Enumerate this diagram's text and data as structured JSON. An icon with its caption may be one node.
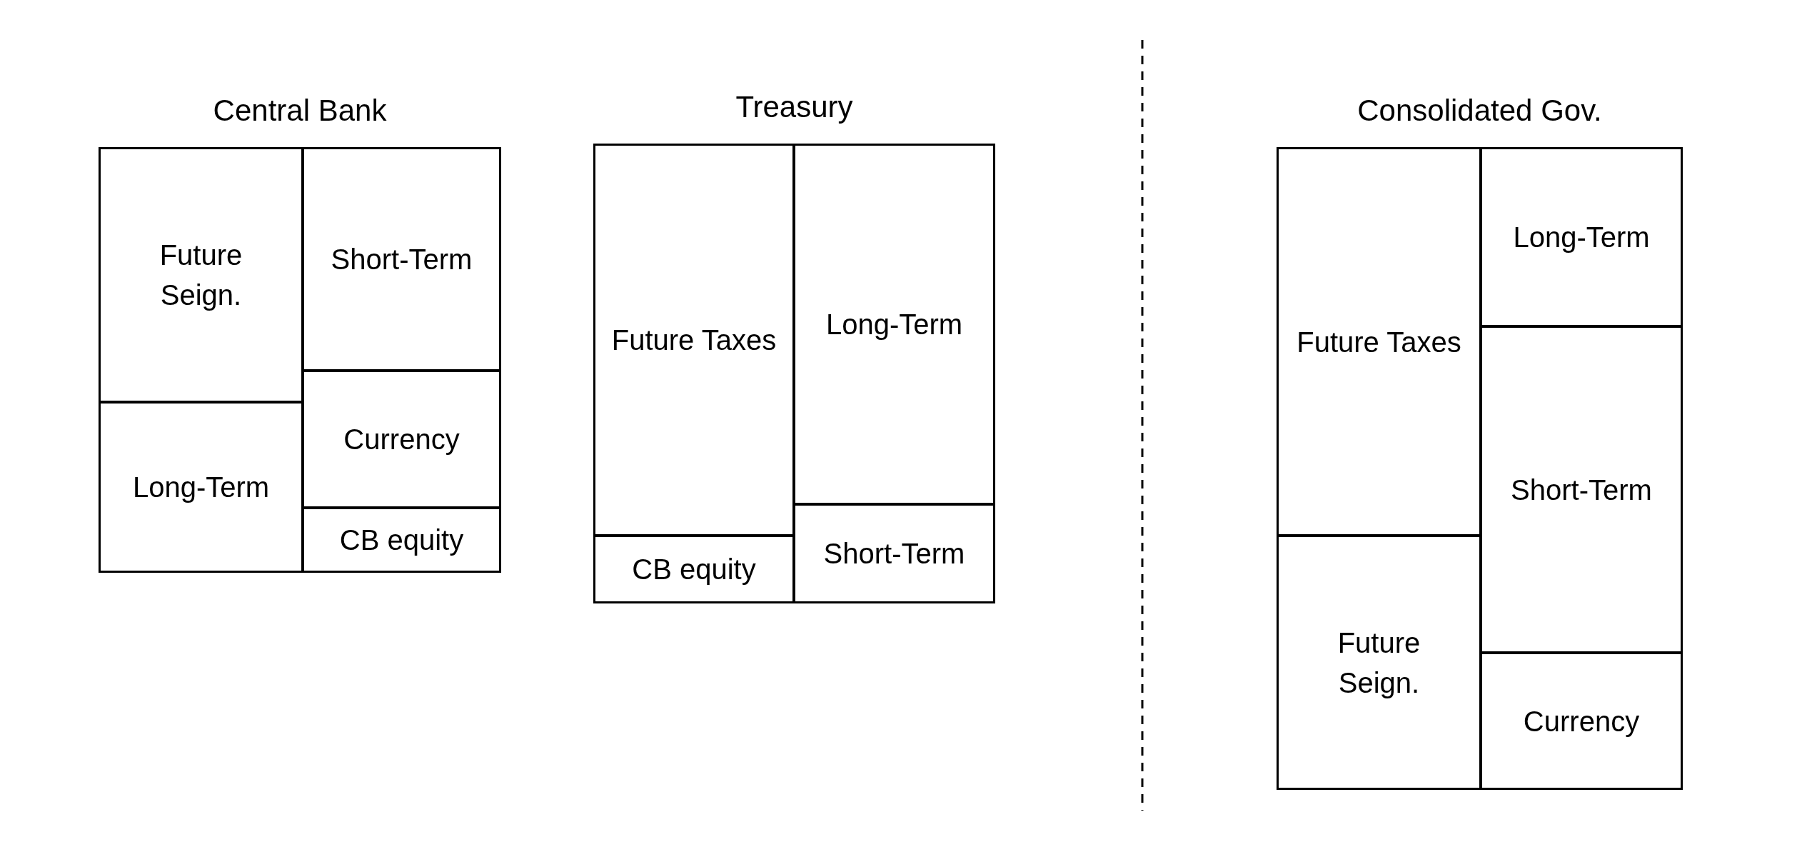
{
  "diagram": {
    "nodes": [
      {
        "text": [
          "Central Bank"
        ]
      },
      {
        "text": [
          "Future Seign."
        ],
        "in": 0
      },
      {
        "text": [
          "Long-Term"
        ],
        "in": 0
      },
      {
        "text": [
          "Short-Term"
        ],
        "in": 0
      },
      {
        "text": [
          "Currency"
        ],
        "in": 0
      },
      {
        "text": [
          "CB equity"
        ],
        "in": 0
      },
      {
        "text": [
          "Treasury"
        ]
      },
      {
        "text": [
          "Future Taxes"
        ],
        "in": 6
      },
      {
        "text": [
          "CB equity"
        ],
        "in": 6
      },
      {
        "text": [
          "Long-Term"
        ],
        "in": 6
      },
      {
        "text": [
          "Short-Term"
        ],
        "in": 6
      },
      {
        "text": [
          "Consolidated Gov."
        ]
      },
      {
        "text": [
          "Future Taxes"
        ],
        "in": 11
      },
      {
        "text": [
          "Future Seign."
        ],
        "in": 11
      },
      {
        "text": [
          "Long-Term"
        ],
        "in": 11
      },
      {
        "text": [
          "Short-Term"
        ],
        "in": 11
      },
      {
        "text": [
          "Currency"
        ],
        "in": 11
      }
    ],
    "edges": []
  }
}
